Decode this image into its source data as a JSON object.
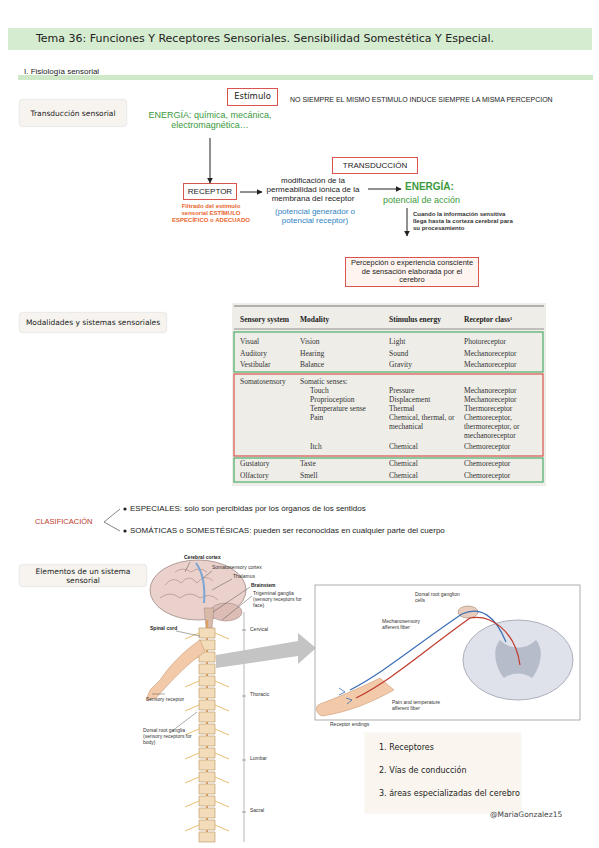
{
  "diagram": {
    "title": "Tema 36: Funciones Y Receptores Sensoriales. Sensibilidad Somestética Y Especial.",
    "nodes": [
      {
        "text": [
          "Transducción sensorial"
        ]
      },
      {
        "text": [
          "Estímulo",
          "ENERGÍA: química, mecánica, electromagnética…"
        ]
      },
      {
        "text": [
          "TRANSDUCCIÓN"
        ]
      },
      {
        "text": [
          "RECEPTOR"
        ]
      },
      {
        "text": [
          "Percepción o experiencia consciente de sensación elaborada por el cerebro"
        ]
      },
      {
        "text": [
          "Modalidades y sistemas sensoriales"
        ]
      },
      {
        "text": [
          "Elementos de un sistema sensorial"
        ]
      },
      {
        "text": [
          "1. Receptores",
          "2. Vías de conducción",
          "3. áreas especializadas del cerebro"
        ]
      }
    ],
    "edges": [
      {
        "from": 1,
        "to": 3,
        "arrow": "to"
      }
    ],
    "labels": [
      "I. Fisiología sensorial",
      "NO SIEMPRE EL MISMO ESTIMULO INDUCE SIEMPRE LA MISMA PERCEPCION",
      "Filtrado del estimulo sensorial ESTÍMULO ESPECÍFICO o ADECUADO",
      "modificación de la permeabilidad iónica de la membrana del receptor",
      "(potencial generador o potencial receptor)",
      "ENERGÍA:",
      "potencial de acción",
      "Cuando la información sensitiva llega hasta la corteza cerebral para su procesamiento",
      "Sensory system",
      "Modality",
      "Stimulus energy",
      "Receptor class¹",
      "Visual",
      "Vision",
      "Light",
      "Photoreceptor",
      "Auditory",
      "Hearing",
      "Sound",
      "Mechanoreceptor",
      "Vestibular",
      "Balance",
      "Gravity",
      "Mechanoreceptor",
      "Somatosensory",
      "Somatic senses:",
      "Touch",
      "Pressure",
      "Mechanoreceptor",
      "Proprioception",
      "Displacement",
      "Mechanoreceptor",
      "Temperature sense",
      "Thermal",
      "Thermoreceptor",
      "Pain",
      "Chemical, thermal, or mechanical",
      "Chemoreceptor, thermoreceptor, or mechanoreceptor",
      "Itch",
      "Chemical",
      "Chemoreceptor",
      "Gustatory",
      "Taste",
      "Chemical",
      "Chemoreceptor",
      "Olfactory",
      "Smell",
      "Chemical",
      "Chemoreceptor",
      "CLASIFICACIÓN",
      "ESPECIALES: solo son percibidas por los órganos de los sentidos",
      "SOMÁTICAS o SOMESTÉSICAS: pueden ser reconocidas en cualquier parte del cuerpo",
      "Cerebral cortex",
      "Somatosensory cortex",
      "Thalamus",
      "Brainstem",
      "Trigeminal ganglia (sensory receptors for face)",
      "Spinal cord",
      "Cervical",
      "Sensory receptor",
      "Thoracic",
      "Dorsal root ganglia (sensory receptors for body)",
      "Lumbar",
      "Sacral",
      "Dorsal root ganglion cells",
      "Mechanosensory afferent fiber",
      "Receptor endings",
      "Pain and temperature afferent fiber",
      "@MariaGonzalez15"
    ]
  }
}
